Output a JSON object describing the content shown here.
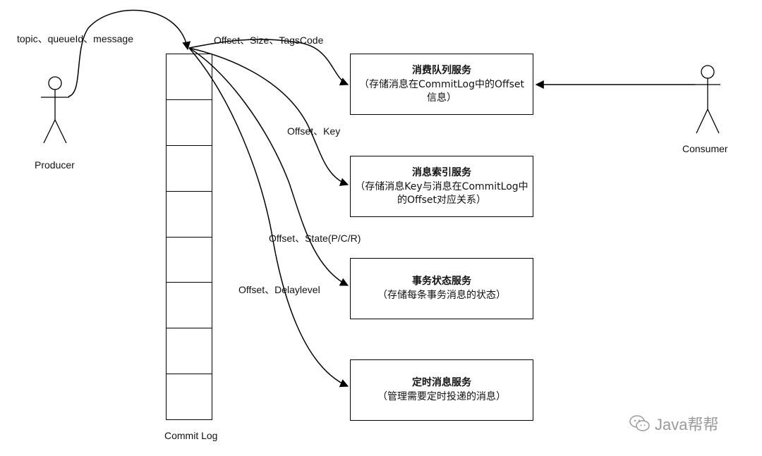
{
  "producer": {
    "label": "Producer",
    "message_label": "topic、queueId、message"
  },
  "consumer": {
    "label": "Consumer"
  },
  "commit_log": {
    "label": "Commit Log",
    "cells": 8
  },
  "edge_labels": {
    "consume_queue": "Offset、Size、TagsCode",
    "index": "Offset、Key",
    "transaction": "Offset、State(P/C/R)",
    "schedule": "Offset、Delaylevel"
  },
  "services": [
    {
      "id": "consume-queue",
      "title": "消费队列服务",
      "desc": "（存储消息在CommitLog中的Offset信息）"
    },
    {
      "id": "index",
      "title": "消息索引服务",
      "desc": "（存储消息Key与消息在CommitLog中的Offset对应关系）"
    },
    {
      "id": "transaction",
      "title": "事务状态服务",
      "desc": "（存储每条事务消息的状态）"
    },
    {
      "id": "schedule",
      "title": "定时消息服务",
      "desc": "（管理需要定时投递的消息）"
    }
  ],
  "watermark": {
    "text": "Java帮帮",
    "icon": "wechat-icon"
  },
  "colors": {
    "line": "#000000",
    "watermark": "#9a9a9a"
  }
}
